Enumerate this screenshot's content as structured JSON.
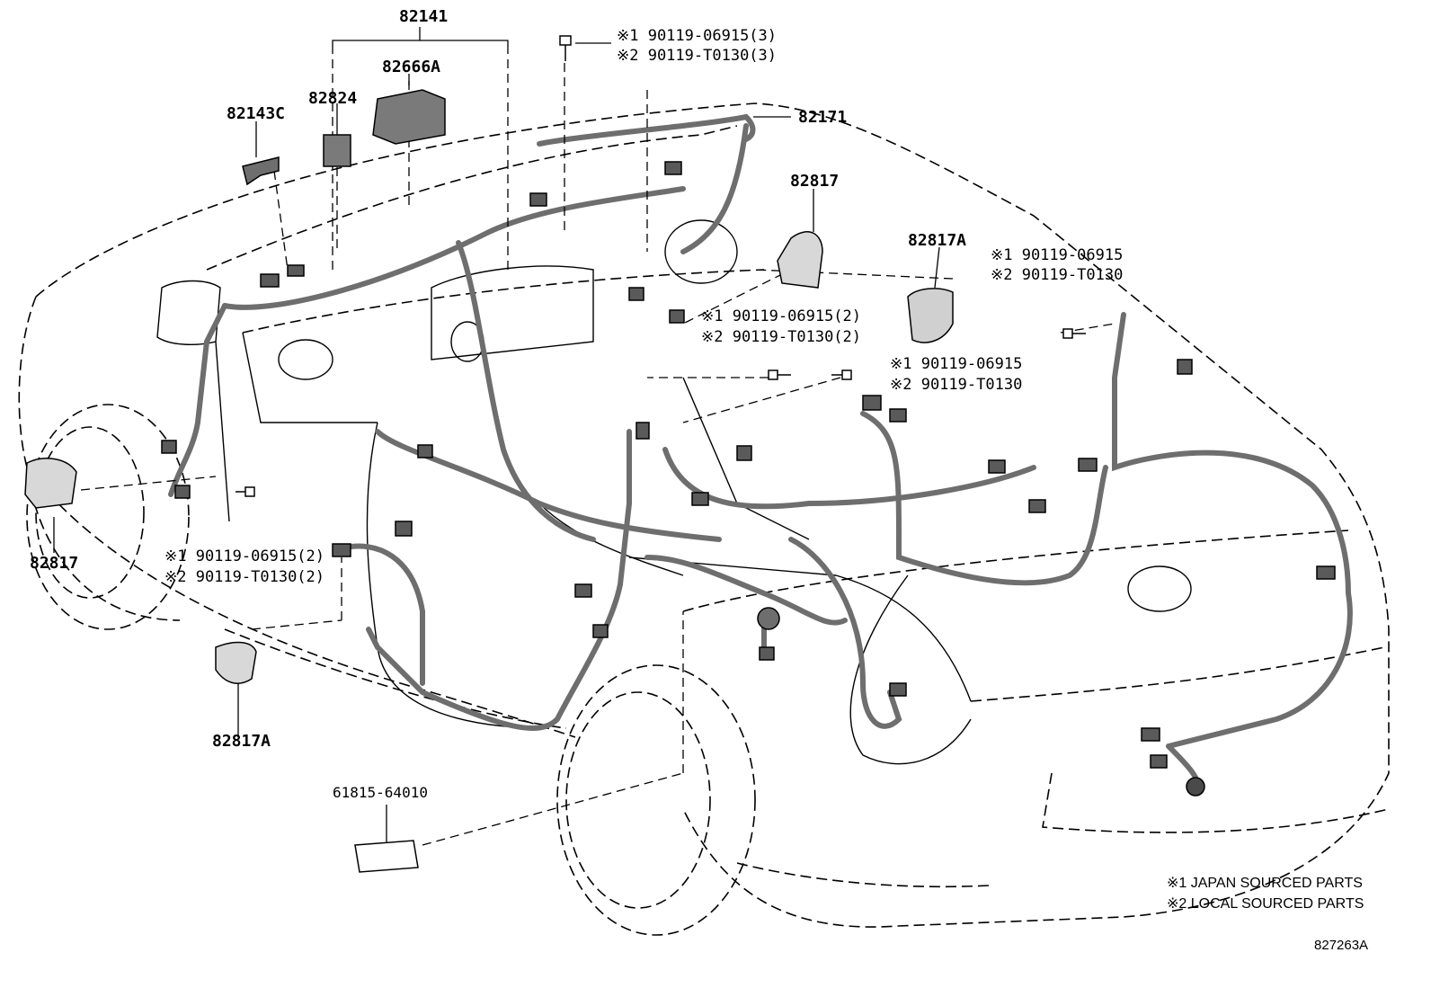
{
  "parts": {
    "p82141": "82141",
    "p82666A": "82666A",
    "p82824": "82824",
    "p82143C": "82143C",
    "p82171": "82171",
    "p82817_right": "82817",
    "p82817A_right": "82817A",
    "p82817_left": "82817",
    "p82817A_left": "82817A",
    "p61815": "61815-64010"
  },
  "bolt_callouts": {
    "top": {
      "jp": "※1 90119-06915(3)",
      "local": "※2 90119-T0130(3)"
    },
    "right": {
      "jp": "※1 90119-06915",
      "local": "※2 90119-T0130"
    },
    "center": {
      "jp": "※1 90119-06915(2)",
      "local": "※2 90119-T0130(2)"
    },
    "mid": {
      "jp": "※1 90119-06915",
      "local": "※2 90119-T0130"
    },
    "left": {
      "jp": "※1 90119-06915(2)",
      "local": "※2 90119-T0130(2)"
    }
  },
  "legend": {
    "note1": "※1 JAPAN SOURCED PARTS",
    "note2": "※2 LOCAL SOURCED PARTS"
  },
  "figure_id": "827263A",
  "colors": {
    "line": "#000000",
    "harness": "#7a7a7a",
    "background": "#ffffff"
  }
}
